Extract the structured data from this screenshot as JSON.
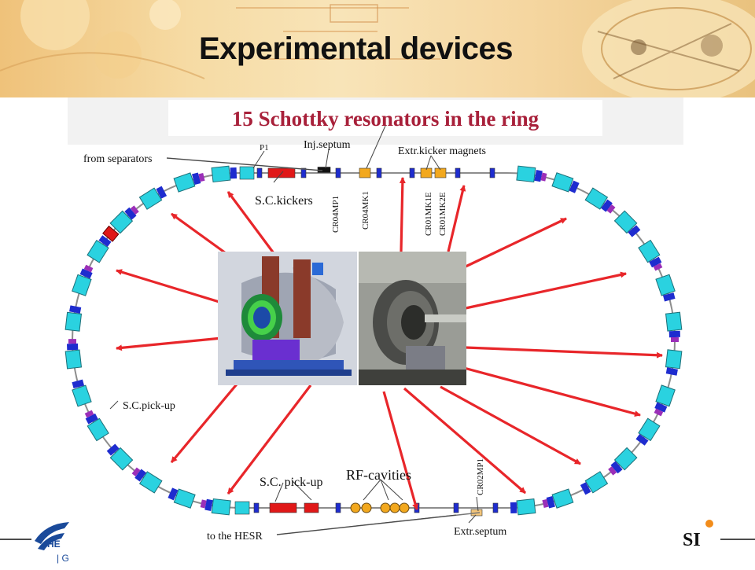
{
  "slide": {
    "title": "Experimental devices",
    "subtitle": "15 Schottky resonators in the ring"
  },
  "labels": {
    "from_separators": "from separators",
    "p1": "P1",
    "inj_septum": "Inj.septum",
    "extr_kicker_magnets": "Extr.kicker magnets",
    "sc_kickers": "S.C.kickers",
    "cr04mp1": "CR04MP1",
    "cr04mk1": "CR04MK1",
    "cr01mk1e": "CR01MK1E",
    "cr01mk2e": "CR01MK2E",
    "sc_pickup_left": "S.C.pick-up",
    "sc_pickup_bottom": "S.C. pick-up",
    "rf_cavities": "RF-cavities",
    "cr02mp1": "CR02MP1",
    "extr_septum": "Extr.septum",
    "to_hesr": "to the HESR"
  },
  "logos": {
    "left_text": "HE",
    "left_sub": "| G",
    "right_text": "SI"
  },
  "colors": {
    "arrow": "#e8262a",
    "dipole": "#2ad2e0",
    "quad": "#1e2ccf",
    "sextupole": "#9b2fb8",
    "kicker": "#e01818",
    "septum_orange": "#f2a81e",
    "title": "#111111",
    "subtitle": "#a8203a"
  }
}
